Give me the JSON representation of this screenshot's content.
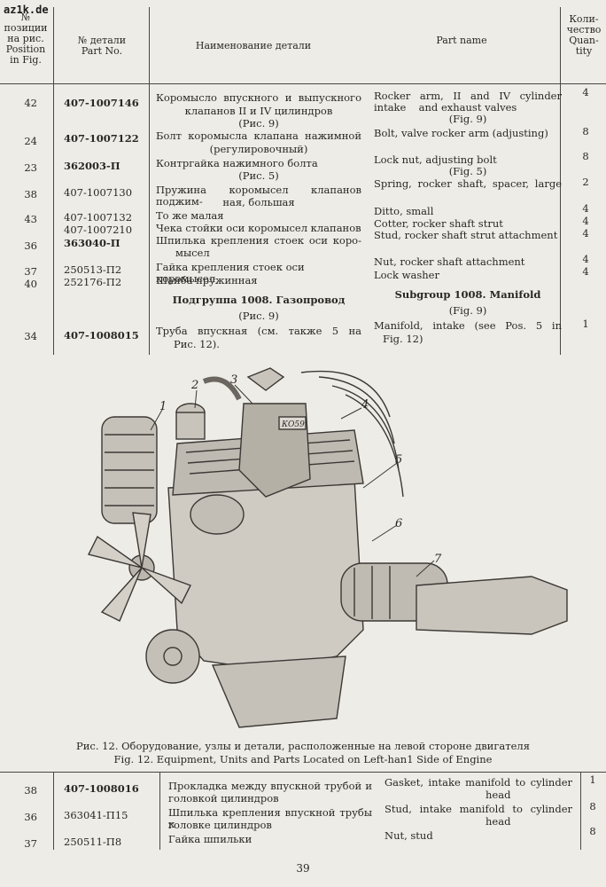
{
  "watermark": "az1k.de",
  "header": {
    "position": [
      "№",
      "позиции",
      "на рис.",
      "Position",
      "in Fig."
    ],
    "part_no": [
      "№ детали",
      "Part No."
    ],
    "name_ru": "Наименование детали",
    "name_en": "Part name",
    "qty": [
      "Коли-",
      "чество",
      "Quan-",
      "tity"
    ]
  },
  "rows_top": [
    {
      "pos": "42",
      "part": "407-1007146",
      "ru1": "Коромысло впускного и выпускного",
      "ru2": "клапанов II и IV цилиндров",
      "ru3": "(Рис. 9)",
      "en1": "Rocker arm, II and IV cylinder intake",
      "en2": "and exhaust valves",
      "en3": "(Fig. 9)",
      "qty": "4"
    },
    {
      "pos": "24",
      "part": "407-1007122",
      "ru1": "Болт коромысла клапана нажимной",
      "ru2": "(регулировочный)",
      "en1": "Bolt, valve rocker arm (adjusting)",
      "qty": "8"
    },
    {
      "pos": "23",
      "part": "362003-П",
      "ru1": "Контргайка нажимного болта",
      "ru2": "(Рис. 5)",
      "en1": "Lock nut, adjusting bolt",
      "en2": "(Fig. 5)",
      "qty": "8"
    },
    {
      "pos": "38",
      "part": "407-1007130",
      "ru1": "Пружина коромысел клапанов поджим-",
      "ru2": "ная, большая",
      "en1": "Spring, rocker shaft, spacer, large",
      "qty": "2"
    },
    {
      "pos": "43",
      "part": "407-1007132",
      "ru1": "То же малая",
      "en1": "Ditto, small",
      "qty": "4"
    },
    {
      "pos": "",
      "part": "407-1007210",
      "ru1": "Чека стойки оси коромысел клапанов",
      "en1": "Cotter, rocker shaft strut",
      "qty": "4"
    },
    {
      "pos": "36",
      "part": "363040-П",
      "ru1": "Шпилька крепления стоек оси коро-",
      "ru2": "мысел",
      "en1": "Stud, rocker shaft strut attachment",
      "qty": "4"
    },
    {
      "pos": "37",
      "part": "250513-П2",
      "ru1": "Гайка крепления стоек оси коромысел",
      "en1": "Nut, rocker shaft attachment",
      "qty": "4"
    },
    {
      "pos": "40",
      "part": "252176-П2",
      "ru1": "Шайба пружинная",
      "en1": "Lock washer",
      "qty": "4"
    }
  ],
  "subgroup": {
    "ru": "Подгруппа 1008. Газопровод",
    "ru_fig": "(Рис. 9)",
    "en": "Subgroup 1008. Manifold",
    "en_fig": "(Fig. 9)"
  },
  "row_manifold": {
    "pos": "34",
    "part": "407-1008015",
    "ru1": "Труба впускная (см. также 5 на",
    "ru2": "Рис. 12).",
    "en1": "Manifold, intake (see Pos. 5 in",
    "en2": "Fig. 12)",
    "qty": "1"
  },
  "figure": {
    "callouts": [
      "1",
      "2",
      "3",
      "4",
      "5",
      "6",
      "7"
    ],
    "label_plate": "КО59",
    "caption_ru": "Рис. 12. Оборудование, узлы и детали, расположенные на левой стороне двигателя",
    "caption_en": "Fig. 12. Equipment, Units and Parts Located on Left-han1 Side of Engine"
  },
  "rows_bottom": [
    {
      "pos": "38",
      "part": "407-1008016",
      "ru1": "Прокладка между впускной трубой и",
      "ru2": "головкой цилиндров",
      "en1": "Gasket, intake manifold to cylinder",
      "en2": "head",
      "qty": "1"
    },
    {
      "pos": "36",
      "part": "363041-П15",
      "ru1": "Шпилька крепления впускной трубы к",
      "ru2": "головке цилиндров",
      "en1": "Stud, intake manifold to cylinder",
      "en2": "head",
      "qty": "8"
    },
    {
      "pos": "37",
      "part": "250511-П8",
      "ru1": "Гайка шпильки",
      "en1": "Nut, stud",
      "qty": "8"
    }
  ],
  "page_number": "39"
}
